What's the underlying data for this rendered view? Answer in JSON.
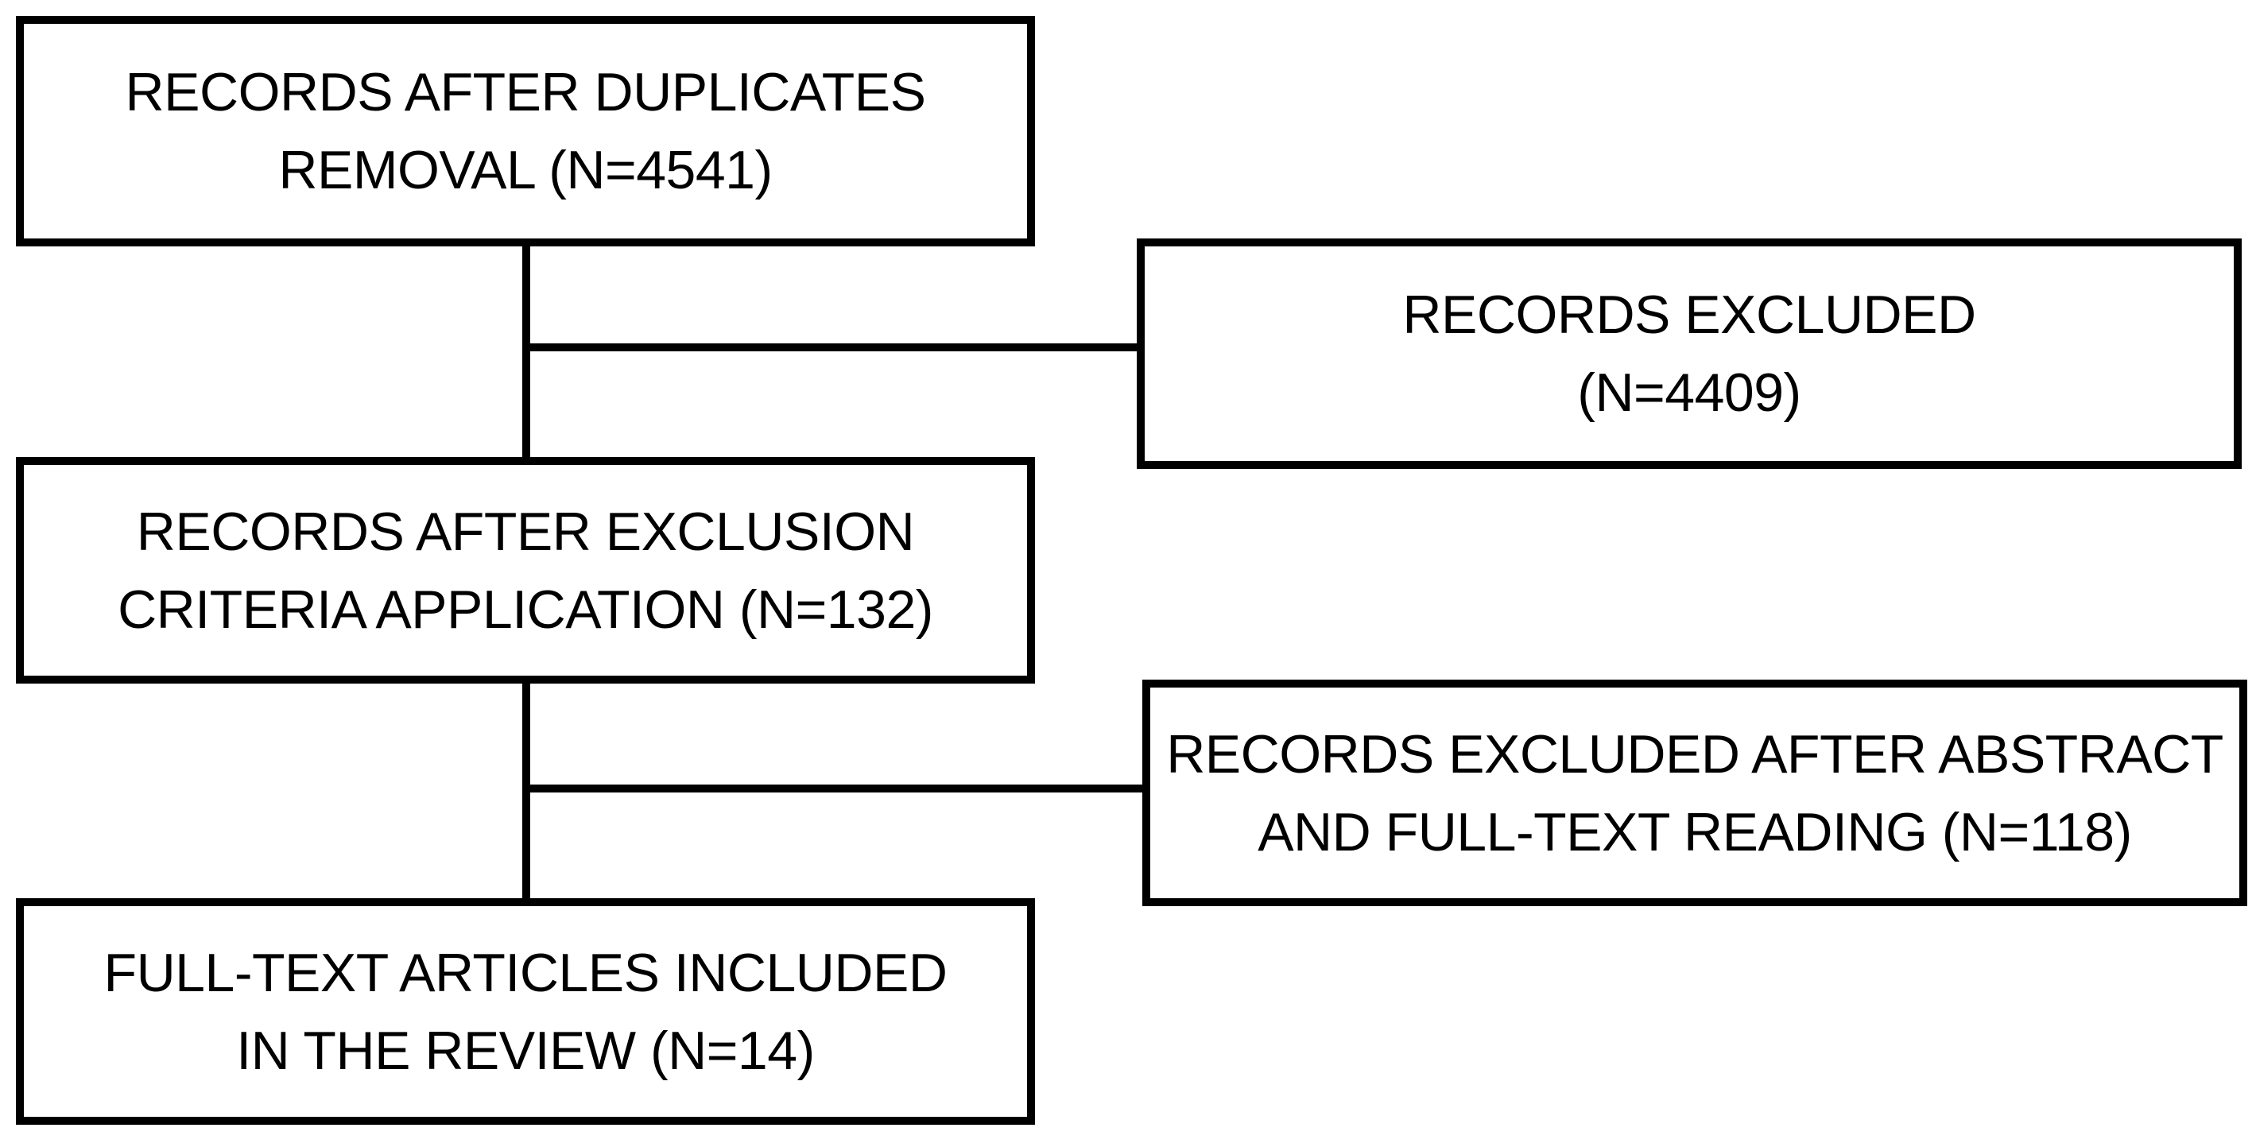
{
  "flowchart": {
    "records_after_duplicates": {
      "line1": "RECORDS AFTER DUPLICATES",
      "line2": "REMOVAL (N=4541)"
    },
    "records_excluded": {
      "line1": "RECORDS EXCLUDED",
      "line2": "(N=4409)"
    },
    "records_after_exclusion": {
      "line1": "RECORDS AFTER EXCLUSION",
      "line2": "CRITERIA APPLICATION (N=132)"
    },
    "records_excluded_after_reading": {
      "line1": "RECORDS EXCLUDED AFTER ABSTRACT",
      "line2": "AND FULL-TEXT READING (N=118)"
    },
    "full_text_included": {
      "line1": "FULL-TEXT ARTICLES INCLUDED",
      "line2": "IN THE REVIEW (N=14)"
    }
  },
  "colors": {
    "stroke": "#000000",
    "background": "#ffffff",
    "text": "#000000"
  }
}
